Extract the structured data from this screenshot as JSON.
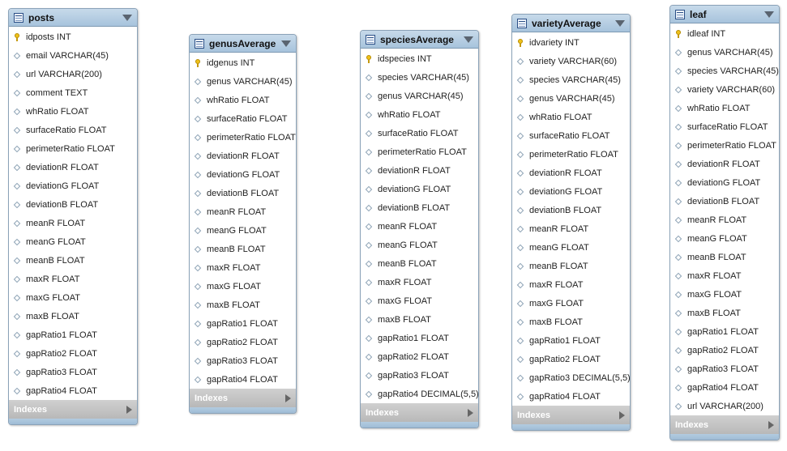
{
  "diagram": {
    "indexes_label": "Indexes",
    "tables": [
      {
        "name": "posts",
        "columns": [
          {
            "text": "idposts INT",
            "pk": true
          },
          {
            "text": "email VARCHAR(45)",
            "pk": false
          },
          {
            "text": "url VARCHAR(200)",
            "pk": false
          },
          {
            "text": "comment TEXT",
            "pk": false
          },
          {
            "text": "whRatio FLOAT",
            "pk": false
          },
          {
            "text": "surfaceRatio FLOAT",
            "pk": false
          },
          {
            "text": "perimeterRatio FLOAT",
            "pk": false
          },
          {
            "text": "deviationR FLOAT",
            "pk": false
          },
          {
            "text": "deviationG FLOAT",
            "pk": false
          },
          {
            "text": "deviationB FLOAT",
            "pk": false
          },
          {
            "text": "meanR FLOAT",
            "pk": false
          },
          {
            "text": "meanG FLOAT",
            "pk": false
          },
          {
            "text": "meanB FLOAT",
            "pk": false
          },
          {
            "text": "maxR FLOAT",
            "pk": false
          },
          {
            "text": "maxG FLOAT",
            "pk": false
          },
          {
            "text": "maxB FLOAT",
            "pk": false
          },
          {
            "text": "gapRatio1 FLOAT",
            "pk": false
          },
          {
            "text": "gapRatio2 FLOAT",
            "pk": false
          },
          {
            "text": "gapRatio3 FLOAT",
            "pk": false
          },
          {
            "text": "gapRatio4 FLOAT",
            "pk": false
          }
        ]
      },
      {
        "name": "genusAverage",
        "columns": [
          {
            "text": "idgenus INT",
            "pk": true
          },
          {
            "text": "genus VARCHAR(45)",
            "pk": false
          },
          {
            "text": "whRatio FLOAT",
            "pk": false
          },
          {
            "text": "surfaceRatio FLOAT",
            "pk": false
          },
          {
            "text": "perimeterRatio FLOAT",
            "pk": false
          },
          {
            "text": "deviationR FLOAT",
            "pk": false
          },
          {
            "text": "deviationG FLOAT",
            "pk": false
          },
          {
            "text": "deviationB FLOAT",
            "pk": false
          },
          {
            "text": "meanR FLOAT",
            "pk": false
          },
          {
            "text": "meanG FLOAT",
            "pk": false
          },
          {
            "text": "meanB FLOAT",
            "pk": false
          },
          {
            "text": "maxR FLOAT",
            "pk": false
          },
          {
            "text": "maxG FLOAT",
            "pk": false
          },
          {
            "text": "maxB FLOAT",
            "pk": false
          },
          {
            "text": "gapRatio1 FLOAT",
            "pk": false
          },
          {
            "text": "gapRatio2 FLOAT",
            "pk": false
          },
          {
            "text": "gapRatio3 FLOAT",
            "pk": false
          },
          {
            "text": "gapRatio4 FLOAT",
            "pk": false
          }
        ]
      },
      {
        "name": "speciesAverage",
        "columns": [
          {
            "text": "idspecies INT",
            "pk": true
          },
          {
            "text": "species VARCHAR(45)",
            "pk": false
          },
          {
            "text": "genus VARCHAR(45)",
            "pk": false
          },
          {
            "text": "whRatio FLOAT",
            "pk": false
          },
          {
            "text": "surfaceRatio FLOAT",
            "pk": false
          },
          {
            "text": "perimeterRatio FLOAT",
            "pk": false
          },
          {
            "text": "deviationR FLOAT",
            "pk": false
          },
          {
            "text": "deviationG FLOAT",
            "pk": false
          },
          {
            "text": "deviationB FLOAT",
            "pk": false
          },
          {
            "text": "meanR FLOAT",
            "pk": false
          },
          {
            "text": "meanG FLOAT",
            "pk": false
          },
          {
            "text": "meanB FLOAT",
            "pk": false
          },
          {
            "text": "maxR FLOAT",
            "pk": false
          },
          {
            "text": "maxG FLOAT",
            "pk": false
          },
          {
            "text": "maxB FLOAT",
            "pk": false
          },
          {
            "text": "gapRatio1 FLOAT",
            "pk": false
          },
          {
            "text": "gapRatio2 FLOAT",
            "pk": false
          },
          {
            "text": "gapRatio3 FLOAT",
            "pk": false
          },
          {
            "text": "gapRatio4 DECIMAL(5,5)",
            "pk": false
          }
        ]
      },
      {
        "name": "varietyAverage",
        "columns": [
          {
            "text": "idvariety INT",
            "pk": true
          },
          {
            "text": "variety VARCHAR(60)",
            "pk": false
          },
          {
            "text": "species VARCHAR(45)",
            "pk": false
          },
          {
            "text": "genus VARCHAR(45)",
            "pk": false
          },
          {
            "text": "whRatio FLOAT",
            "pk": false
          },
          {
            "text": "surfaceRatio FLOAT",
            "pk": false
          },
          {
            "text": "perimeterRatio FLOAT",
            "pk": false
          },
          {
            "text": "deviationR FLOAT",
            "pk": false
          },
          {
            "text": "deviationG FLOAT",
            "pk": false
          },
          {
            "text": "deviationB FLOAT",
            "pk": false
          },
          {
            "text": "meanR FLOAT",
            "pk": false
          },
          {
            "text": "meanG FLOAT",
            "pk": false
          },
          {
            "text": "meanB FLOAT",
            "pk": false
          },
          {
            "text": "maxR FLOAT",
            "pk": false
          },
          {
            "text": "maxG FLOAT",
            "pk": false
          },
          {
            "text": "maxB FLOAT",
            "pk": false
          },
          {
            "text": "gapRatio1 FLOAT",
            "pk": false
          },
          {
            "text": "gapRatio2 FLOAT",
            "pk": false
          },
          {
            "text": "gapRatio3 DECIMAL(5,5)",
            "pk": false
          },
          {
            "text": "gapRatio4 FLOAT",
            "pk": false
          }
        ]
      },
      {
        "name": "leaf",
        "columns": [
          {
            "text": "idleaf INT",
            "pk": true
          },
          {
            "text": "genus VARCHAR(45)",
            "pk": false
          },
          {
            "text": "species VARCHAR(45)",
            "pk": false
          },
          {
            "text": "variety VARCHAR(60)",
            "pk": false
          },
          {
            "text": "whRatio FLOAT",
            "pk": false
          },
          {
            "text": "surfaceRatio FLOAT",
            "pk": false
          },
          {
            "text": "perimeterRatio FLOAT",
            "pk": false
          },
          {
            "text": "deviationR FLOAT",
            "pk": false
          },
          {
            "text": "deviationG FLOAT",
            "pk": false
          },
          {
            "text": "deviationB FLOAT",
            "pk": false
          },
          {
            "text": "meanR FLOAT",
            "pk": false
          },
          {
            "text": "meanG FLOAT",
            "pk": false
          },
          {
            "text": "meanB FLOAT",
            "pk": false
          },
          {
            "text": "maxR FLOAT",
            "pk": false
          },
          {
            "text": "maxG FLOAT",
            "pk": false
          },
          {
            "text": "maxB FLOAT",
            "pk": false
          },
          {
            "text": "gapRatio1 FLOAT",
            "pk": false
          },
          {
            "text": "gapRatio2 FLOAT",
            "pk": false
          },
          {
            "text": "gapRatio3 FLOAT",
            "pk": false
          },
          {
            "text": "gapRatio4 FLOAT",
            "pk": false
          },
          {
            "text": "url VARCHAR(200)",
            "pk": false
          }
        ]
      }
    ]
  }
}
